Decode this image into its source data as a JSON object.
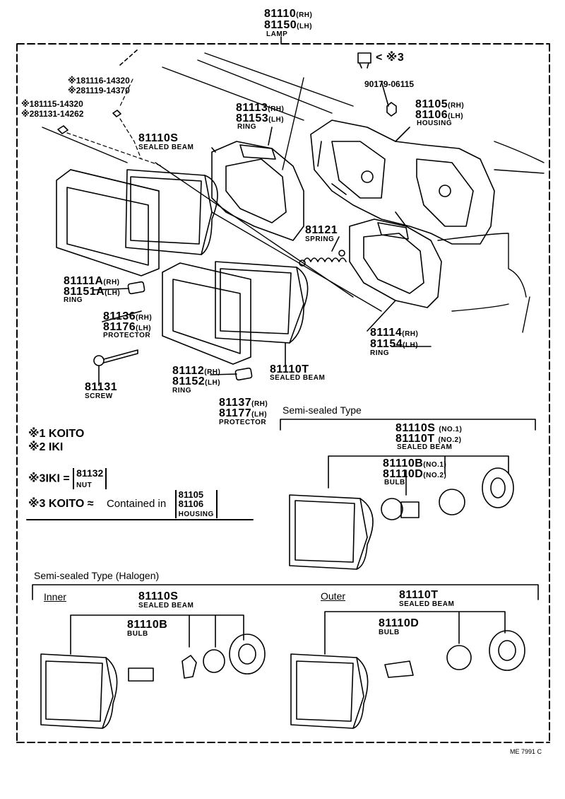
{
  "assembly": {
    "pn_rh": "81110",
    "rh": "(RH)",
    "pn_lh": "81150",
    "lh": "(LH)",
    "name": "LAMP"
  },
  "parts": {
    "screw_k": {
      "prefix": "※1",
      "pn": "81116-14320"
    },
    "screw_i": {
      "prefix": "※2",
      "pn": "81119-14370"
    },
    "screw2_k": {
      "prefix": "※1",
      "pn": "81115-14320"
    },
    "screw2_i": {
      "prefix": "※2",
      "pn": "81131-14262"
    },
    "nut_mark": "※3",
    "clip": {
      "pn": "90179-06115"
    },
    "housing": {
      "pn_rh": "81105",
      "rh": "(RH)",
      "pn_lh": "81106",
      "lh": "(LH)",
      "name": "HOUSING"
    },
    "ring_upper": {
      "pn_rh": "81113",
      "rh": "(RH)",
      "pn_lh": "81153",
      "lh": "(LH)",
      "name": "RING"
    },
    "sealed_s": {
      "pn": "81110S",
      "name": "SEALED BEAM"
    },
    "ring_a": {
      "pn_rh": "81111A",
      "rh": "(RH)",
      "pn_lh": "81151A",
      "lh": "(LH)",
      "name": "RING"
    },
    "spring": {
      "pn": "81121",
      "name": "SPRING"
    },
    "protector1": {
      "pn_rh": "81136",
      "rh": "(RH)",
      "pn_lh": "81176",
      "lh": "(LH)",
      "name": "PROTECTOR"
    },
    "ring_lower": {
      "pn_rh": "81114",
      "rh": "(RH)",
      "pn_lh": "81154",
      "lh": "(LH)",
      "name": "RING"
    },
    "screw": {
      "pn": "81131",
      "name": "SCREW"
    },
    "ring_b": {
      "pn_rh": "81112",
      "rh": "(RH)",
      "pn_lh": "81152",
      "lh": "(LH)",
      "name": "RING"
    },
    "sealed_t": {
      "pn": "81110T",
      "name": "SEALED BEAM"
    },
    "protector2": {
      "pn_rh": "81137",
      "rh": "(RH)",
      "pn_lh": "81177",
      "lh": "(LH)",
      "name": "PROTECTOR"
    }
  },
  "notes": {
    "n1": "※1 KOITO",
    "n2": "※2 IKI",
    "n3a_left": "※3IKI  =",
    "n3a_pn": "81132",
    "n3a_name": "NUT",
    "n3b_left": "※3 KOITO  ≈",
    "n3b_mid": "Contained in",
    "n3b_pn1": "81105",
    "n3b_pn2": "81106",
    "n3b_name": "HOUSING"
  },
  "semi": {
    "title": "Semi-sealed Type",
    "s_pn": "81110S",
    "s_no": "(NO.1)",
    "t_pn": "81110T",
    "t_no": "(NO.2)",
    "beam": "SEALED BEAM",
    "b_pn": "81110B",
    "b_no": "(NO.1)",
    "d_pn": "81110D",
    "d_no": "(NO.2)",
    "bulb": "BULB"
  },
  "halogen": {
    "title": "Semi-sealed Type (Halogen)",
    "inner": "Inner",
    "outer": "Outer",
    "inner_pn": "81110S",
    "inner_name": "SEALED BEAM",
    "inner_bulb_pn": "81110B",
    "inner_bulb": "BULB",
    "outer_pn": "81110T",
    "outer_name": "SEALED BEAM",
    "outer_bulb_pn": "81110D",
    "outer_bulb": "BULB"
  },
  "footer": "ME 7991 C"
}
